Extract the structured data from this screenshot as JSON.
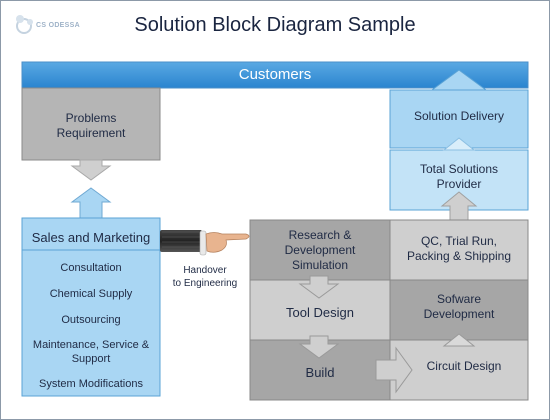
{
  "title": "Solution Block Diagram Sample",
  "logo": "CS ODESSA",
  "customers": "Customers",
  "problems": "Problems\nRequirement",
  "solution_delivery": "Solution Delivery",
  "total_solutions": "Total Solutions\nProvider",
  "sales": {
    "heading": "Sales and Marketing",
    "items": [
      "Consultation",
      "Chemical Supply",
      "Outsourcing",
      "Maintenance, Service &\nSupport",
      "System Modifications"
    ]
  },
  "handover": "Handover\nto Engineering",
  "research": "Research &\nDevelopment\nSimulation",
  "qc": "QC, Trial Run,\nPacking & Shipping",
  "tool_design": "Tool Design",
  "software": "Sofware\nDevelopment",
  "build": "Build",
  "circuit": "Circuit Design",
  "colors": {
    "blue_dark": "#2f8ad1",
    "blue_light": "#a9d6f3",
    "gray_dark": "#9e9e9e",
    "gray_light": "#cfcfcf"
  }
}
